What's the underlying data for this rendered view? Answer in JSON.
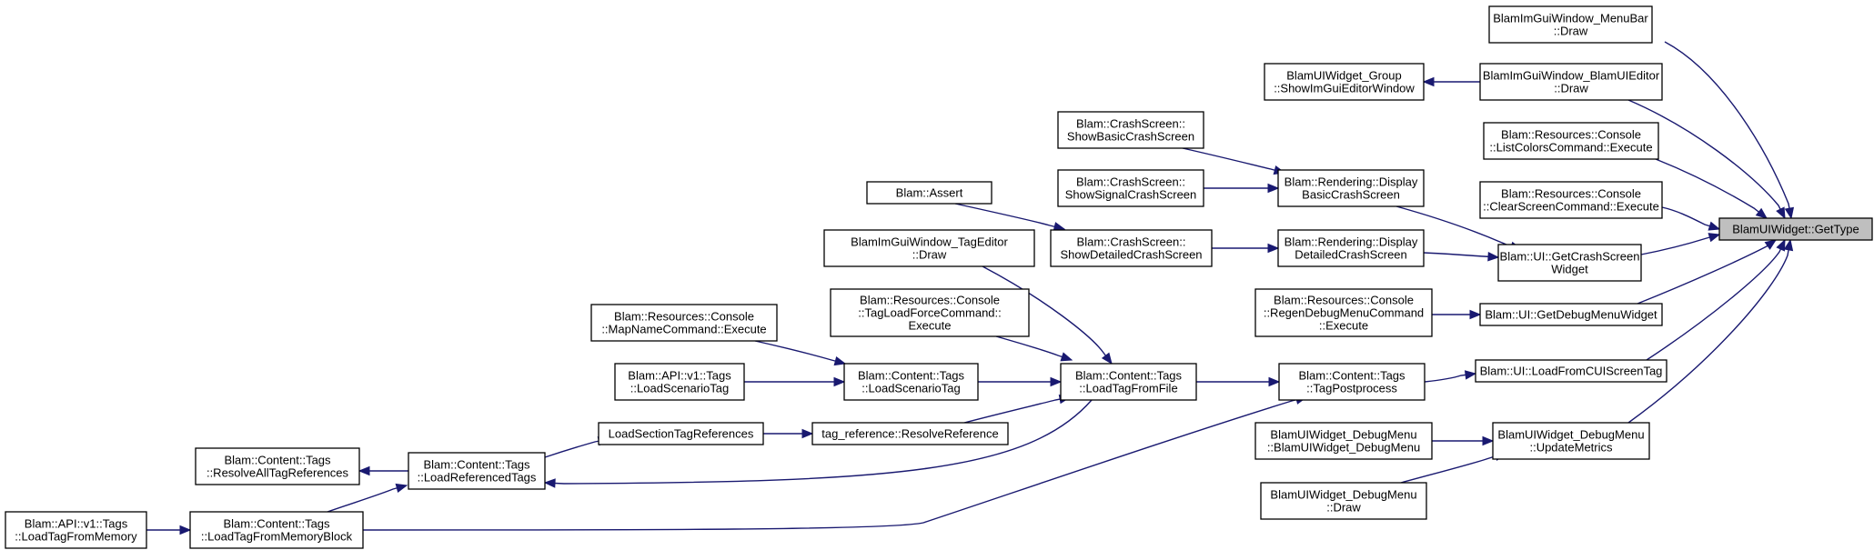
{
  "graph": {
    "title": "",
    "nodes": {
      "getType": [
        "BlamUIWidget::GetType"
      ],
      "menuBarDraw": [
        "BlamImGuiWindow_MenuBar",
        "::Draw"
      ],
      "uiEditorDraw": [
        "BlamImGuiWindow_BlamUIEditor",
        "::Draw"
      ],
      "groupShowEditor": [
        "BlamUIWidget_Group",
        "::ShowImGuiEditorWindow"
      ],
      "listColors": [
        "Blam::Resources::Console",
        "::ListColorsCommand::Execute"
      ],
      "clearScreen": [
        "Blam::Resources::Console",
        "::ClearScreenCommand::Execute"
      ],
      "getCrashScreenWidget": [
        "Blam::UI::GetCrashScreen",
        "Widget"
      ],
      "getDebugMenuWidget": [
        "Blam::UI::GetDebugMenuWidget"
      ],
      "loadFromCUI": [
        "Blam::UI::LoadFromCUIScreenTag"
      ],
      "updateMetrics": [
        "BlamUIWidget_DebugMenu",
        "::UpdateMetrics"
      ],
      "displayBasic": [
        "Blam::Rendering::Display",
        "BasicCrashScreen"
      ],
      "displayDetailed": [
        "Blam::Rendering::Display",
        "DetailedCrashScreen"
      ],
      "regenDebugMenu": [
        "Blam::Resources::Console",
        "::RegenDebugMenuCommand",
        "::Execute"
      ],
      "tagPostprocess": [
        "Blam::Content::Tags",
        "::TagPostprocess"
      ],
      "debugMenuCtor": [
        "BlamUIWidget_DebugMenu",
        "::BlamUIWidget_DebugMenu"
      ],
      "debugMenuDraw": [
        "BlamUIWidget_DebugMenu",
        "::Draw"
      ],
      "showBasic": [
        "Blam::CrashScreen::",
        "ShowBasicCrashScreen"
      ],
      "showSignal": [
        "Blam::CrashScreen::",
        "ShowSignalCrashScreen"
      ],
      "showDetailed": [
        "Blam::CrashScreen::",
        "ShowDetailedCrashScreen"
      ],
      "loadTagFromFile": [
        "Blam::Content::Tags",
        "::LoadTagFromFile"
      ],
      "assert": [
        "Blam::Assert"
      ],
      "tagEditorDraw": [
        "BlamImGuiWindow_TagEditor",
        "::Draw"
      ],
      "tagLoadForce": [
        "Blam::Resources::Console",
        "::TagLoadForceCommand::",
        "Execute"
      ],
      "loadScenarioTag": [
        "Blam::Content::Tags",
        "::LoadScenarioTag"
      ],
      "resolveReference": [
        "tag_reference::ResolveReference"
      ],
      "mapName": [
        "Blam::Resources::Console",
        "::MapNameCommand::Execute"
      ],
      "apiLoadScenario": [
        "Blam::API::v1::Tags",
        "::LoadScenarioTag"
      ],
      "loadSectionTagRefs": [
        "LoadSectionTagReferences"
      ],
      "loadReferencedTags": [
        "Blam::Content::Tags",
        "::LoadReferencedTags"
      ],
      "resolveAllTagRefs": [
        "Blam::Content::Tags",
        "::ResolveAllTagReferences"
      ],
      "loadTagFromMemoryBlock": [
        "Blam::Content::Tags",
        "::LoadTagFromMemoryBlock"
      ],
      "apiLoadFromMemory": [
        "Blam::API::v1::Tags",
        "::LoadTagFromMemory"
      ]
    }
  }
}
